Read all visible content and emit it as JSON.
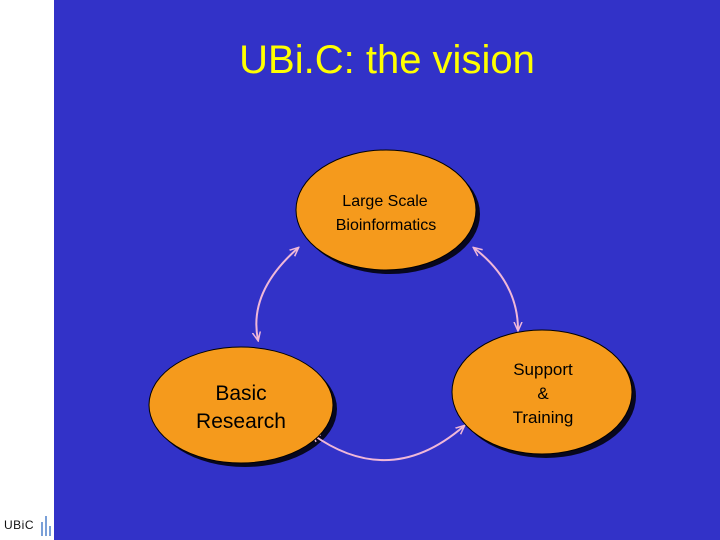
{
  "slide": {
    "title": "UBi.C: the vision",
    "background_color": "#3232c8",
    "title_color": "#ffff00",
    "node_fill": "#f59a1c",
    "arrow_color": "#f0b8d8"
  },
  "diagram": {
    "nodes": [
      {
        "id": "large-scale",
        "lines": [
          "Large Scale",
          "Bioinformatics"
        ]
      },
      {
        "id": "basic-research",
        "lines": [
          "Basic",
          "Research"
        ]
      },
      {
        "id": "support-training",
        "lines": [
          "Support",
          "&",
          "Training"
        ]
      }
    ],
    "edges": [
      {
        "from": "large-scale",
        "to": "basic-research",
        "bidirectional": true
      },
      {
        "from": "large-scale",
        "to": "support-training",
        "bidirectional": true
      },
      {
        "from": "basic-research",
        "to": "support-training",
        "bidirectional": true
      }
    ]
  },
  "logo": {
    "text": "UBiC",
    "icon": "ubic-logo-mark-icon"
  }
}
